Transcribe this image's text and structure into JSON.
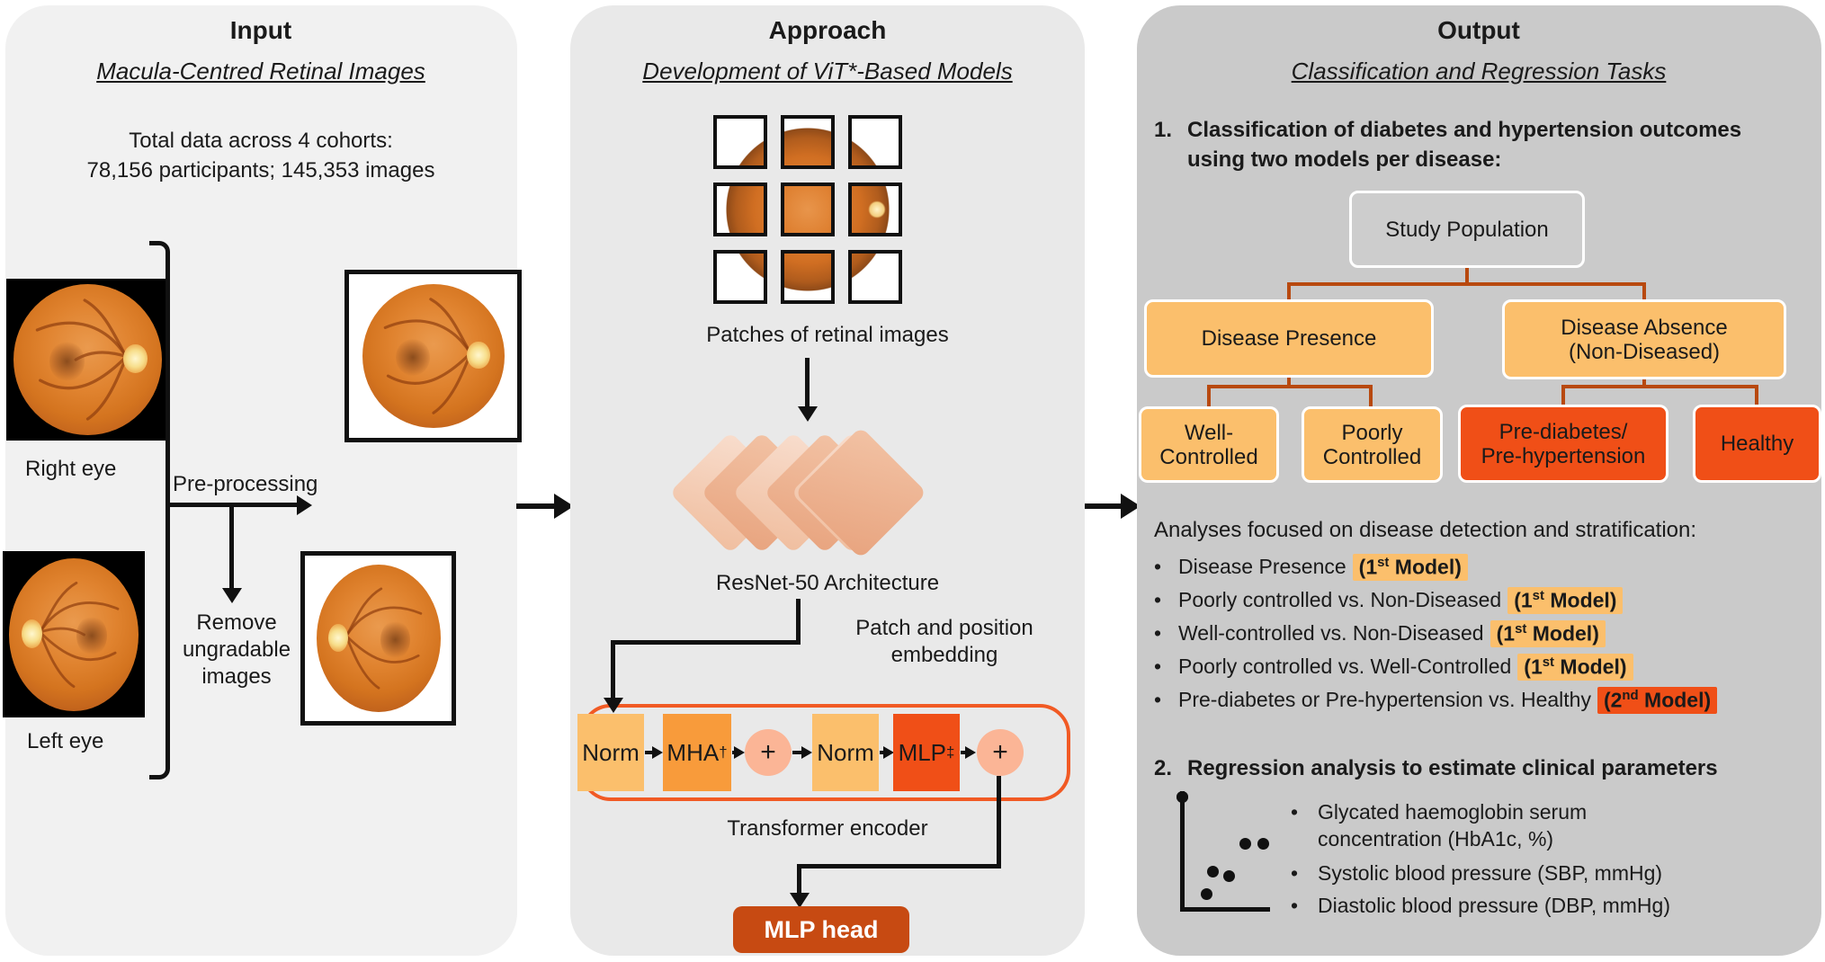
{
  "colors": {
    "input_panel_bg": "#F1F1F1",
    "approach_panel_bg": "#E9E9E9",
    "output_panel_bg": "#CACACA",
    "light_orange": "#FBBF6C",
    "mid_orange": "#F89B3B",
    "red_orange": "#F04F17",
    "peach": "#FBB596",
    "encoder_border": "#F15A24",
    "mlp_head_bg": "#C74A12",
    "tree_connector": "#B8490F",
    "arrow_black": "#111111"
  },
  "input_panel": {
    "title": "Input",
    "subtitle": "Macula-Centred Retinal Images",
    "total_line1": "Total data across 4 cohorts:",
    "total_line2": "78,156 participants; 145,353 images",
    "right_eye_label": "Right eye",
    "left_eye_label": "Left eye",
    "preprocessing_label": "Pre-processing",
    "remove_line1": "Remove",
    "remove_line2": "ungradable",
    "remove_line3": "images"
  },
  "approach_panel": {
    "title": "Approach",
    "subtitle": "Development of ViT*-Based Models",
    "patches_caption": "Patches of retinal images",
    "resnet_caption": "ResNet-50 Architecture",
    "embedding_line1": "Patch and position",
    "embedding_line2": "embedding",
    "encoder": {
      "norm1": "Norm",
      "mha": "MHA",
      "mha_sup": "†",
      "plus1": "+",
      "norm2": "Norm",
      "mlp": "MLP",
      "mlp_sup": "‡",
      "plus2": "+",
      "caption": "Transformer encoder"
    },
    "mlp_head": "MLP head"
  },
  "output_panel": {
    "title": "Output",
    "subtitle": "Classification and Regression Tasks",
    "item1_number": "1.",
    "item1_line1": "Classification of diabetes and hypertension outcomes",
    "item1_line2": "using two models per disease:",
    "tree": {
      "root": "Study Population",
      "presence": "Disease Presence",
      "absence_line1": "Disease Absence",
      "absence_line2": "(Non-Diseased)",
      "well_line1": "Well-",
      "well_line2": "Controlled",
      "poorly_line1": "Poorly",
      "poorly_line2": "Controlled",
      "prediab_line1": "Pre-diabetes/",
      "prediab_line2": "Pre-hypertension",
      "healthy": "Healthy"
    },
    "analyses_intro": "Analyses focused on disease detection and stratification:",
    "bullet_char": "•",
    "analysis_bullets": [
      {
        "text": "Disease Presence",
        "tag_open": "(1",
        "tag_sup": "st",
        "tag_close": " Model)"
      },
      {
        "text": "Poorly controlled vs. Non-Diseased",
        "tag_open": "(1",
        "tag_sup": "st",
        "tag_close": " Model)"
      },
      {
        "text": "Well-controlled vs. Non-Diseased",
        "tag_open": "(1",
        "tag_sup": "st",
        "tag_close": " Model)"
      },
      {
        "text": "Poorly controlled vs. Well-Controlled",
        "tag_open": "(1",
        "tag_sup": "st",
        "tag_close": " Model)"
      },
      {
        "text": "Pre-diabetes or Pre-hypertension vs. Healthy",
        "tag_open": "(2",
        "tag_sup": "nd",
        "tag_close": " Model)"
      }
    ],
    "item2_number": "2.",
    "item2_text": "Regression analysis to estimate clinical parameters",
    "regression_bullets": [
      {
        "line1": "Glycated haemoglobin serum",
        "line2": "concentration (HbA1c, %)"
      },
      {
        "line1": "Systolic blood pressure (SBP, mmHg)"
      },
      {
        "line1": "Diastolic blood pressure (DBP, mmHg)"
      }
    ]
  }
}
